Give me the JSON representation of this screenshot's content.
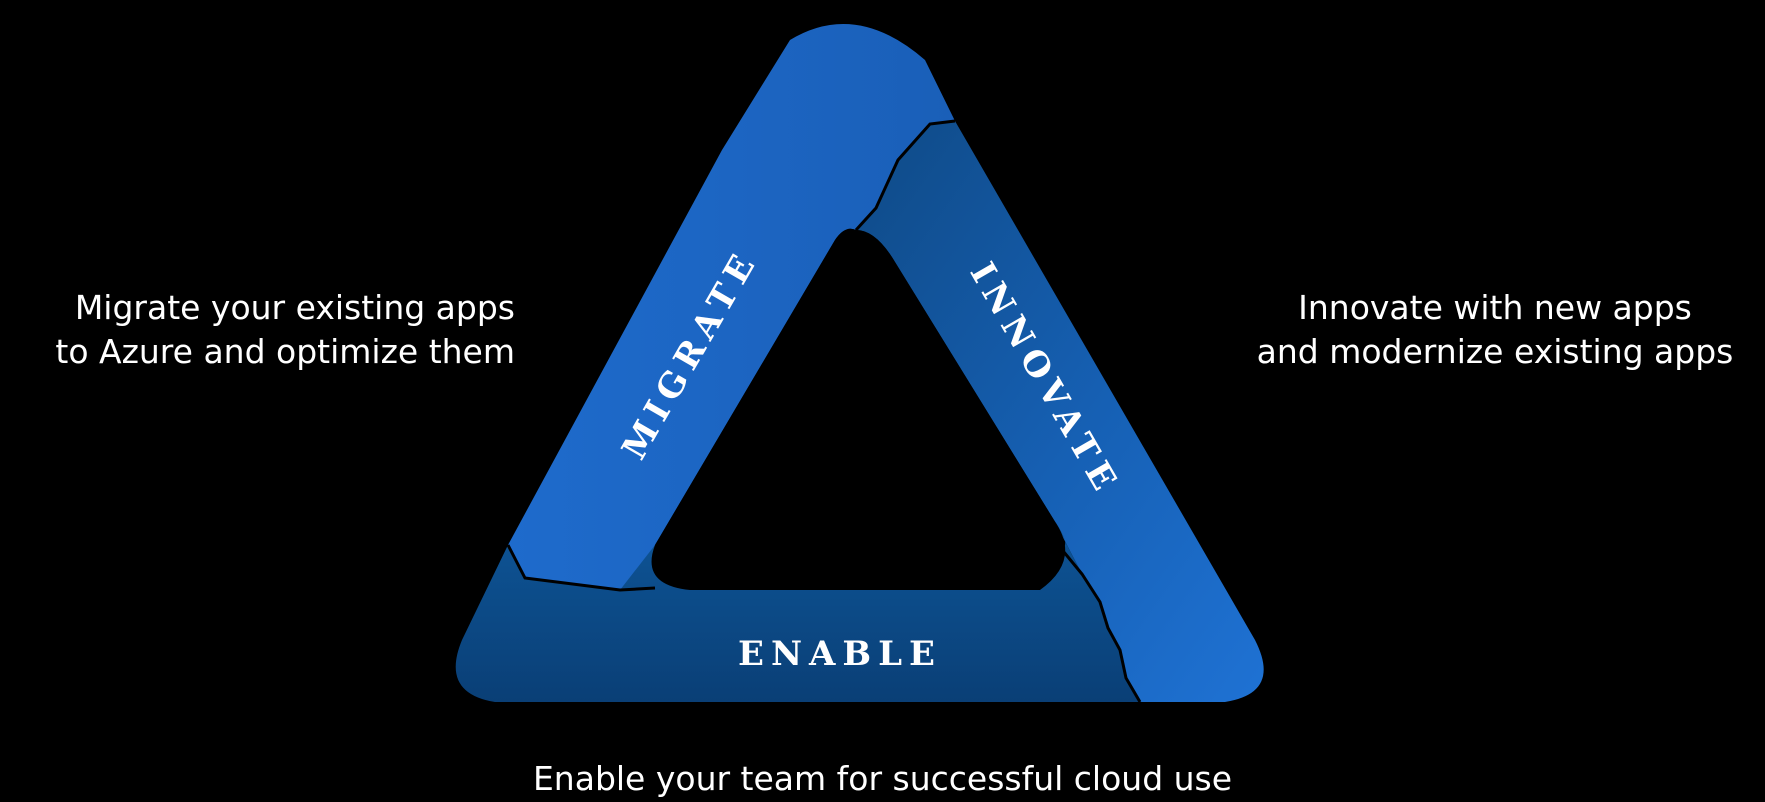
{
  "triangle": {
    "migrate_label": "MIGRATE",
    "innovate_label": "INNOVATE",
    "enable_label": "ENABLE"
  },
  "captions": {
    "migrate": [
      "Migrate your existing apps",
      "to Azure and optimize them"
    ],
    "innovate": [
      "Innovate with new apps",
      "and modernize existing apps"
    ],
    "enable": "Enable your team for successful cloud use"
  },
  "colors": {
    "background": "#000000",
    "segment_light": "#1f6fd0",
    "segment_dark": "#0f4e8e",
    "text": "#ffffff"
  }
}
